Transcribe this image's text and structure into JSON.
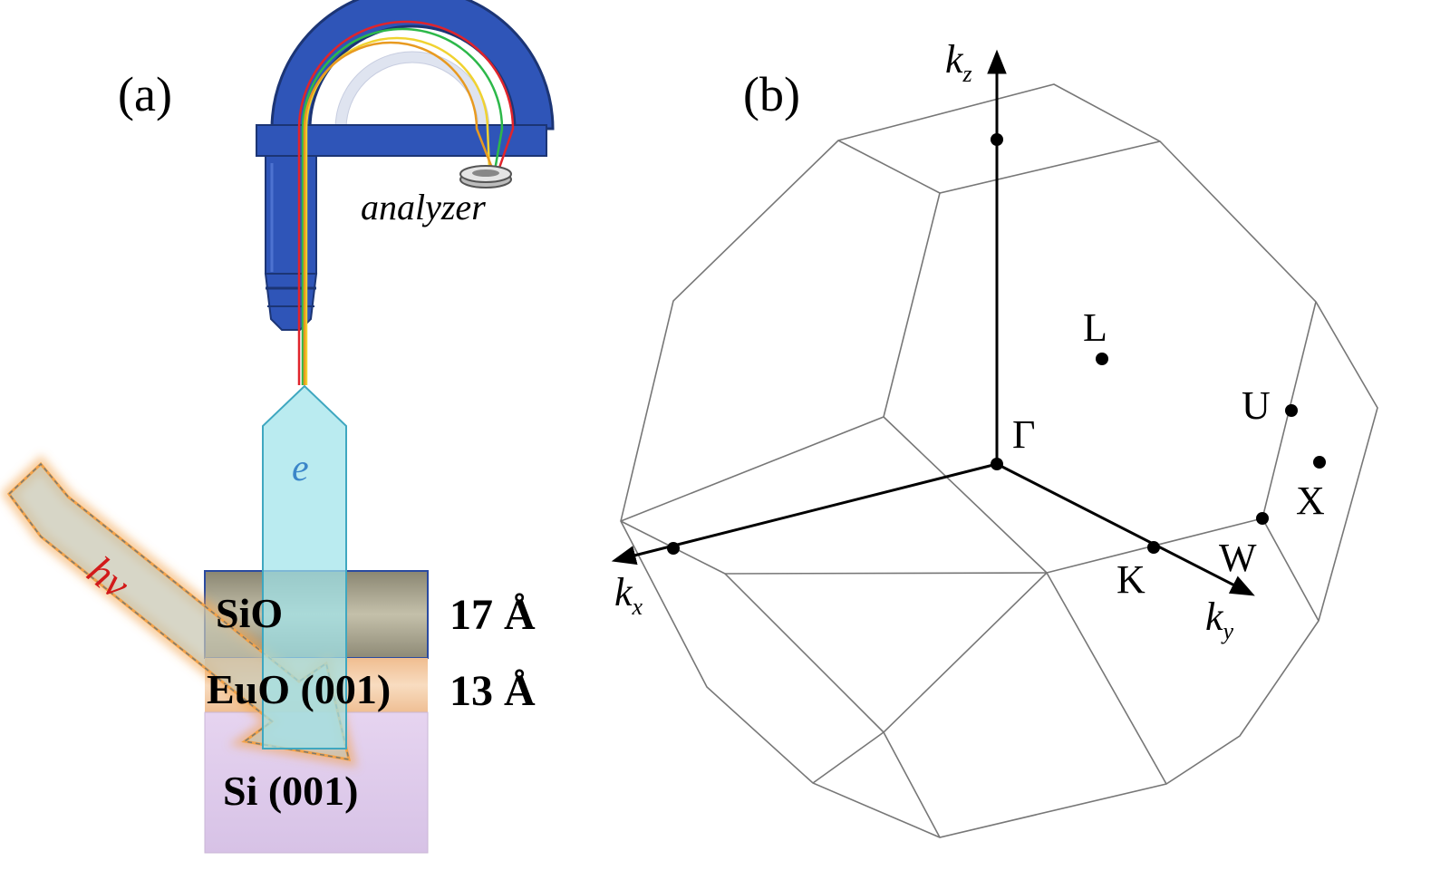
{
  "panel_a": {
    "label": "(a)",
    "analyzer_label": "analyzer",
    "electron_label": "e",
    "photon_label": "hν",
    "layers": [
      {
        "name": "SiO",
        "thickness": "17 Å",
        "color": "#9e9a86"
      },
      {
        "name": "EuO (001)",
        "thickness": "13 Å",
        "color": "#f3c9a4"
      },
      {
        "name": "Si (001)",
        "thickness": "",
        "color": "#e3d2ee"
      }
    ],
    "colors": {
      "analyzer_blue": "#2f55b8",
      "analyzer_dark": "#1c3575",
      "electron_beam": "#9fe3ea",
      "photon_beam": "#c8c6b2",
      "photon_glow": "#f2a24a",
      "photon_text": "#d21a1a",
      "trajectories": [
        "#e0242c",
        "#2db84a",
        "#f0d230"
      ]
    }
  },
  "panel_b": {
    "label": "(b)",
    "axes": [
      {
        "main": "k",
        "sub": "z"
      },
      {
        "main": "k",
        "sub": "x"
      },
      {
        "main": "k",
        "sub": "y"
      }
    ],
    "points": [
      "Γ",
      "L",
      "U",
      "X",
      "K",
      "W"
    ]
  }
}
